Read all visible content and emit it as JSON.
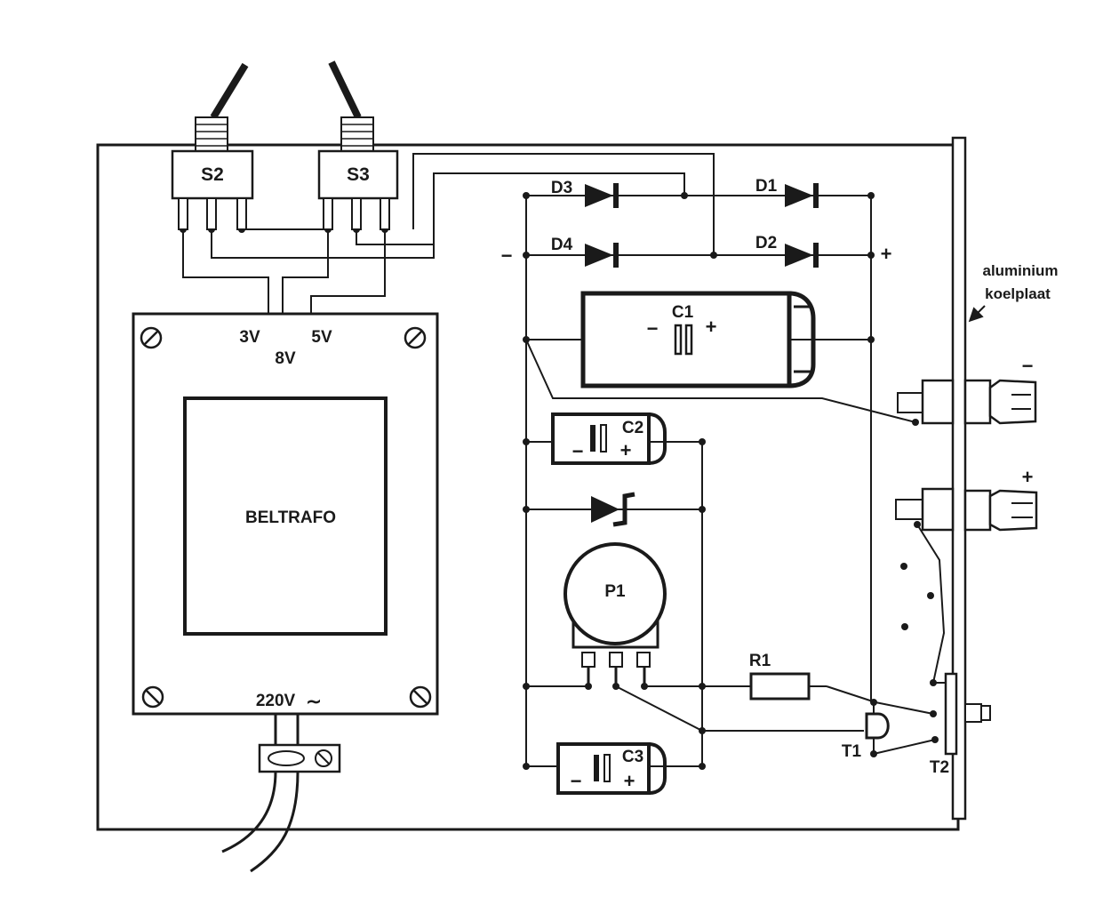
{
  "labels": {
    "s2": "S2",
    "s3": "S3",
    "d1": "D1",
    "d2": "D2",
    "d3": "D3",
    "d4": "D4",
    "c1": "C1",
    "c2": "C2",
    "c3": "C3",
    "p1": "P1",
    "r1": "R1",
    "t1": "T1",
    "t2": "T2",
    "beltrafo": "BELTRAFO",
    "tap_3v": "3V",
    "tap_5v": "5V",
    "tap_8v": "8V",
    "mains": "220V",
    "mains_symbol": "∼",
    "heatsink_line1": "aluminium",
    "heatsink_line2": "koelplaat",
    "bridge_minus": "−",
    "bridge_plus": "+",
    "c1_minus": "−",
    "c1_plus": "+",
    "c2_minus": "−",
    "c2_plus": "+",
    "c3_minus": "−",
    "c3_plus": "+",
    "terminal_minus": "−",
    "terminal_plus": "+"
  },
  "colors": {
    "ink": "#1a1a1a",
    "paper": "#ffffff",
    "shade": "#e8e8e8"
  }
}
